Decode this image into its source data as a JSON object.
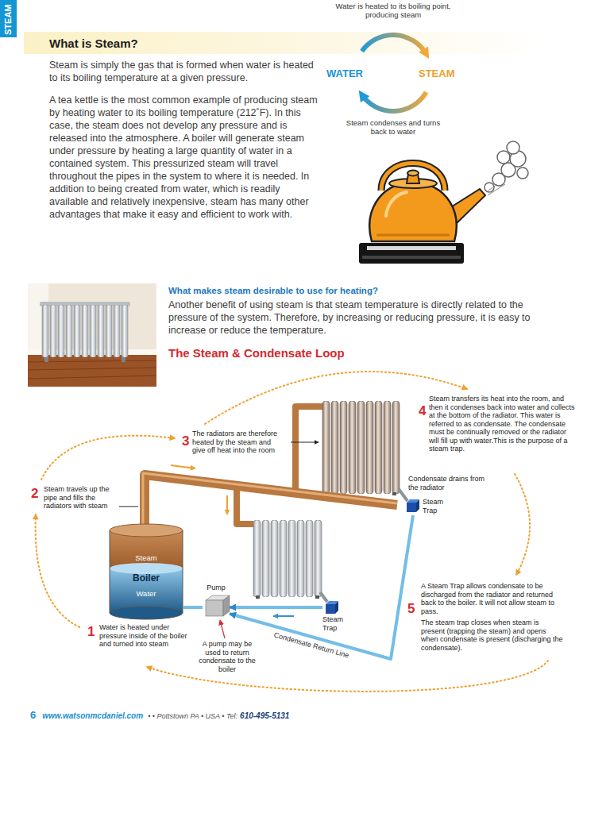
{
  "diagram": {
    "title": "The Steam & Condensate Loop",
    "nodes": [
      {
        "text": [
          "Steam",
          "Boiler",
          "Water"
        ]
      },
      {
        "text": [
          "Pump"
        ]
      },
      {
        "text": [
          "Steam Trap"
        ]
      },
      {
        "text": [
          "Steam Trap"
        ]
      }
    ],
    "edges": [
      {
        "from": 2,
        "to": 1,
        "arrow": "to",
        "label": "Condensate Return Line"
      },
      {
        "from": 3,
        "to": 1,
        "arrow": "to"
      },
      {
        "from": 1,
        "to": 0,
        "arrow": "none"
      }
    ],
    "labels": [
      "STEAM",
      "What is Steam?",
      "Steam is simply the gas that is formed when water is heated to its boiling temperature at a given pressure.",
      "A tea kettle is the most common example of producing steam by heating water to its boiling temperature (212˚F). In this case, the steam does not develop any pressure and is released into the atmosphere. A boiler will generate steam under pressure by heating a large quantity of water in a contained system. This pressurized steam will travel throughout the pipes in the system to where it is needed. In addition to being created from water, which is readily available and relatively inexpensive, steam has many other advantages that make it easy and efficient to work with.",
      "Water is heated to its boiling point, producing steam",
      "WATER",
      "STEAM",
      "Steam condenses and turns back to water",
      "What makes steam desirable to use for heating?",
      "Another benefit of using steam is that steam temperature is directly related to the pressure of the system. Therefore, by increasing or reducing pressure, it is easy to increase or reduce the temperature.",
      "3",
      "The radiators are therefore heated by the steam and give off heat into the room",
      "4",
      "Steam transfers its heat into the room, and then it condenses back into water and collects at the bottom of the radiator. This water is referred to as condensate. The condensate must be continually removed or the radiator will fill up with water.This is the purpose of a steam trap.",
      "2",
      "Steam travels up the pipe and fills the radiators with steam",
      "Condensate drains from the radiator",
      "1",
      "Water is heated under pressure inside of the boiler and turned into steam",
      "A pump may be used to return condensate to the boiler",
      "5",
      "A Steam Trap allows condensate to be discharged from the radiator and returned back to the boiler. It will not allow steam to pass.",
      "The steam trap closes when steam is present (trapping the steam) and opens when condensate is present (discharging the condensate).",
      "6",
      "www.watsonmcdaniel.com",
      "• • Pottstown PA • USA • Tel:",
      "610-495-5131"
    ]
  }
}
